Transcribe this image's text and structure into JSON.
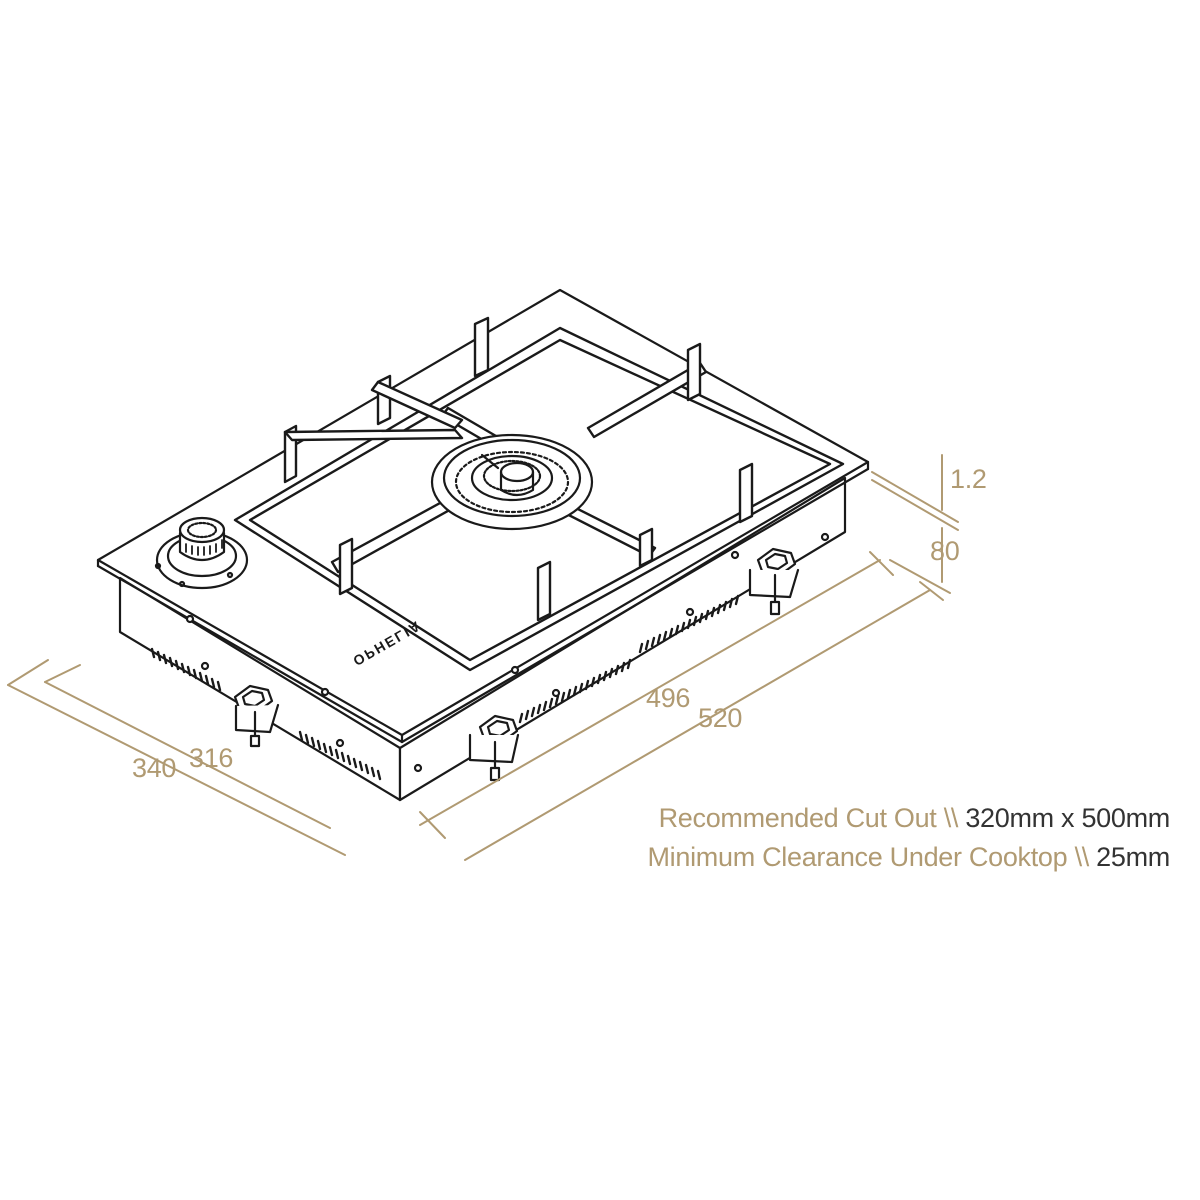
{
  "dimensions": {
    "thickness": "1.2",
    "height": "80",
    "depth_inner": "496",
    "depth_outer": "520",
    "width_outer": "340",
    "width_inner": "316"
  },
  "notes": [
    {
      "label": "Recommended Cut Out \\\\ ",
      "value": "320mm x 500mm"
    },
    {
      "label": "Minimum Clearance Under Cooktop \\\\ ",
      "value": "25mm"
    }
  ],
  "brand_text": "OPHELIA",
  "colors": {
    "dimension": "#b09a72",
    "value": "#333333",
    "line": "#1a1a1a"
  }
}
